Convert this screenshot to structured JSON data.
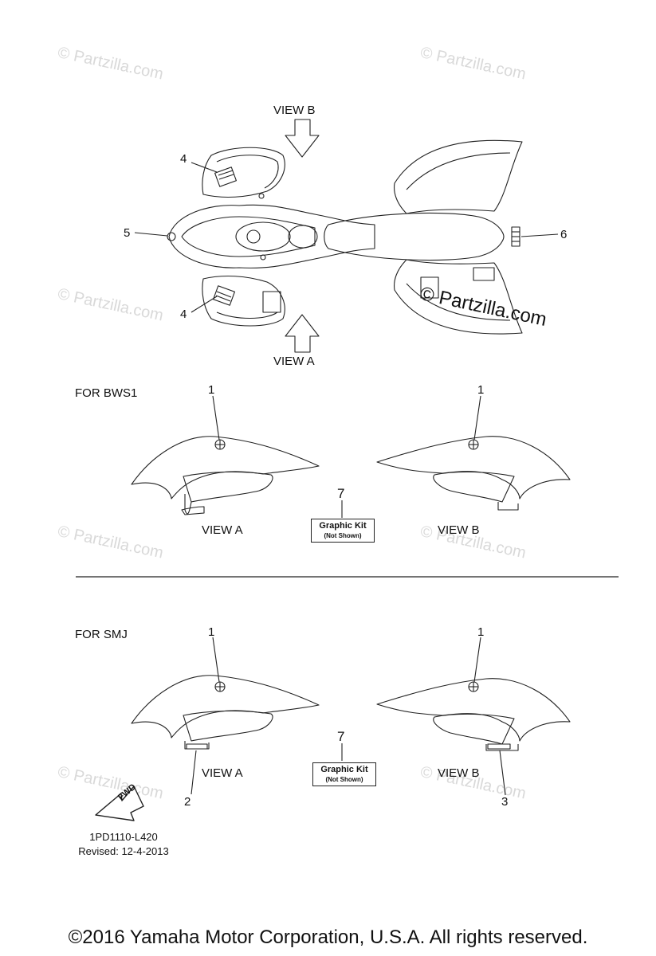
{
  "watermark": "© Partzilla.com",
  "top_view": {
    "view_b": "VIEW B",
    "view_a": "VIEW A",
    "callouts": [
      "4",
      "5",
      "4",
      "6"
    ]
  },
  "section_bws1": {
    "heading": "FOR BWS1",
    "left_callout": "1",
    "right_callout": "1",
    "left_view": "VIEW A",
    "right_view": "VIEW B",
    "kit_number": "7",
    "kit_label": "Graphic Kit",
    "kit_note": "(Not Shown)"
  },
  "section_smj": {
    "heading": "FOR SMJ",
    "left_callout": "1",
    "right_callout": "1",
    "left_view": "VIEW A",
    "right_view": "VIEW B",
    "left_lower_callout": "2",
    "right_lower_callout": "3",
    "kit_number": "7",
    "kit_label": "Graphic Kit",
    "kit_note": "(Not Shown)"
  },
  "fwd_label": "FWD",
  "diagram_code": "1PD1110-L420",
  "revised": "Revised: 12-4-2013",
  "copyright": "©2016  Yamaha Motor Corporation, U.S.A. All rights reserved."
}
